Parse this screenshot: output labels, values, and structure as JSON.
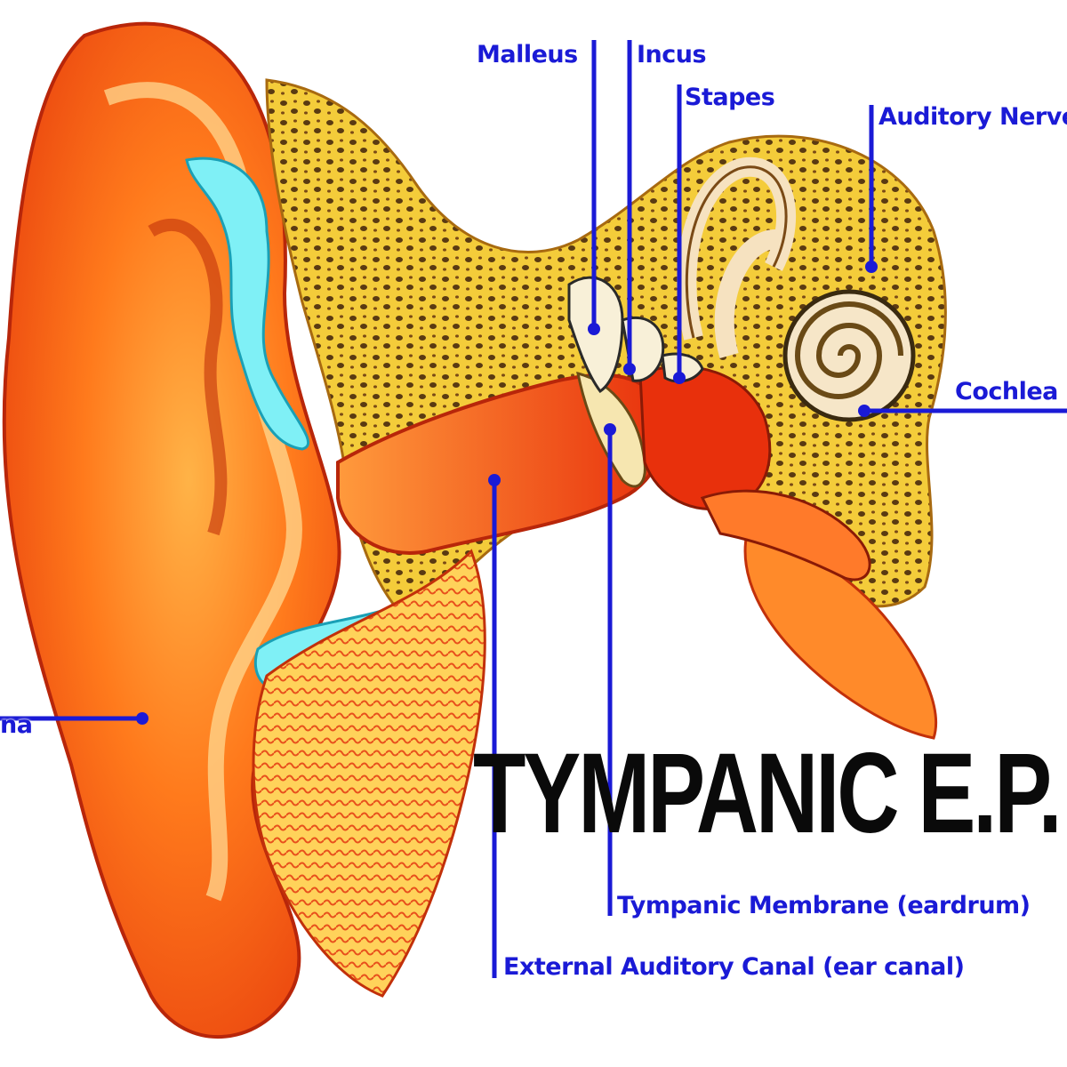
{
  "title": "TYMPANIC E.P.",
  "labels": {
    "malleus": "Malleus",
    "incus": "Incus",
    "stapes": "Stapes",
    "auditory_nerve": "Auditory Nerve",
    "cochlea": "Cochlea",
    "pinna": "na",
    "tympanic_membrane": "Tympanic Membrane (eardrum)",
    "external_canal": "External Auditory Canal (ear canal)"
  },
  "colors": {
    "label": "#1a1ad6",
    "leader_line": "#1a1ad6",
    "title": "#0a0a0a",
    "skin": "#ff6a1a",
    "bone": "#f2c230",
    "cartilage": "#6fe6f0"
  }
}
